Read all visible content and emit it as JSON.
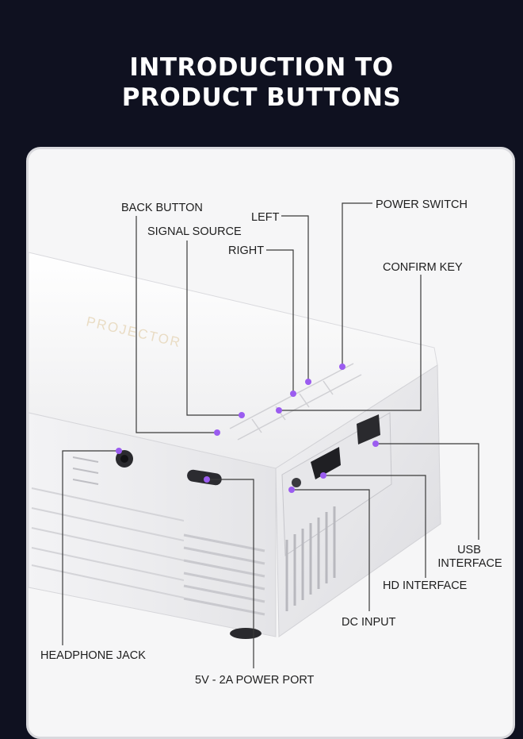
{
  "header": {
    "title_line1": "INTRODUCTION TO",
    "title_line2": "PRODUCT BUTTONS"
  },
  "device": {
    "brand_text": "PROJECTOR"
  },
  "callouts": {
    "back_button": "BACK BUTTON",
    "signal_source": "SIGNAL SOURCE",
    "left": "LEFT",
    "right": "RIGHT",
    "power_switch": "POWER SWITCH",
    "confirm_key": "CONFIRM KEY",
    "usb_interface_line1": "USB",
    "usb_interface_line2": "INTERFACE",
    "hd_interface": "HD INTERFACE",
    "dc_input": "DC INPUT",
    "headphone_jack": "HEADPHONE JACK",
    "power_port": "5V - 2A POWER PORT"
  },
  "colors": {
    "background": "#0f1120",
    "panel": "#f6f6f7",
    "marker": "#9b5cf0"
  }
}
